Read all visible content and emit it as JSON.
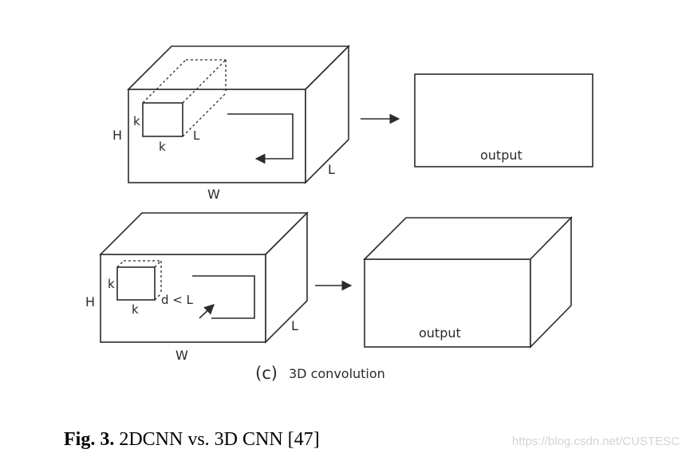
{
  "top_diagram": {
    "height_label": "H",
    "width_label": "W",
    "depth_label": "L",
    "kernel_side_label": "k",
    "kernel_bottom_label": "k",
    "kernel_depth_label": "L",
    "output_label": "output"
  },
  "bottom_diagram": {
    "height_label": "H",
    "width_label": "W",
    "depth_label": "L",
    "kernel_side_label": "k",
    "kernel_bottom_label": "k",
    "kernel_depth_label": "d < L",
    "output_label": "output",
    "subcaption_letter": "(c)",
    "subcaption_text": "3D convolution"
  },
  "figure_caption": {
    "prefix": "Fig. 3.",
    "text": "2DCNN vs. 3D CNN [47]"
  },
  "watermark": "https://blog.csdn.net/CUSTESC"
}
